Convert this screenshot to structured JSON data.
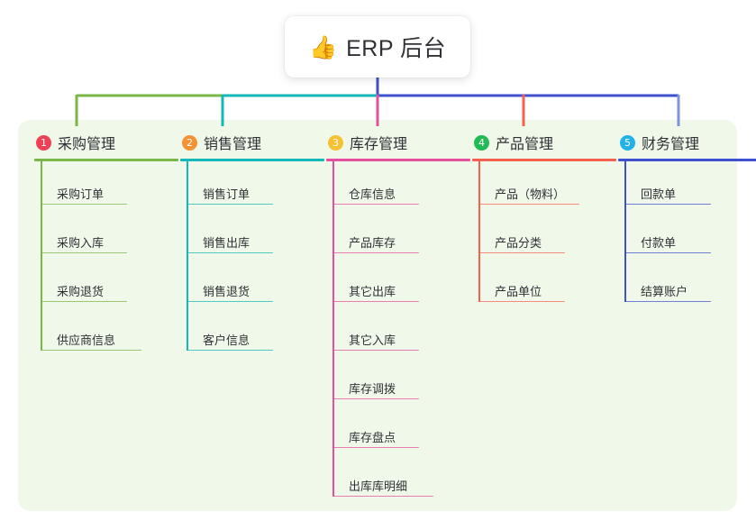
{
  "diagram": {
    "type": "mind-map",
    "title": "ERP 后台",
    "root": {
      "emoji": "👍",
      "label": "ERP 后台"
    },
    "panel_color": "#eff8e9",
    "background_color": "#ffffff",
    "branches": [
      {
        "index": "1",
        "label": "采购管理",
        "badge_color": "#ef4056",
        "line_color": "#7ab648",
        "connector_color": "#7ab648",
        "items": [
          "采购订单",
          "采购入库",
          "采购退货",
          "供应商信息"
        ]
      },
      {
        "index": "2",
        "label": "销售管理",
        "badge_color": "#f59233",
        "line_color": "#14b8b8",
        "connector_color": "#14b8b8",
        "items": [
          "销售订单",
          "销售出库",
          "销售退货",
          "客户信息"
        ]
      },
      {
        "index": "3",
        "label": "库存管理",
        "badge_color": "#f6c133",
        "line_color": "#e64f9e",
        "connector_color": "#e64f9e",
        "items": [
          "仓库信息",
          "产品库存",
          "其它出库",
          "其它入库",
          "库存调拨",
          "库存盘点",
          "出库库明细"
        ]
      },
      {
        "index": "4",
        "label": "产品管理",
        "badge_color": "#22ba53",
        "line_color": "#f6614f",
        "connector_color": "#f6614f",
        "items": [
          "产品（物料）",
          "产品分类",
          "产品单位"
        ]
      },
      {
        "index": "5",
        "label": "财务管理",
        "badge_color": "#22b2e8",
        "line_color": "#3f51cf",
        "connector_color": "#3f51cf",
        "items": [
          "回款单",
          "付款单",
          "结算账户"
        ]
      }
    ]
  }
}
